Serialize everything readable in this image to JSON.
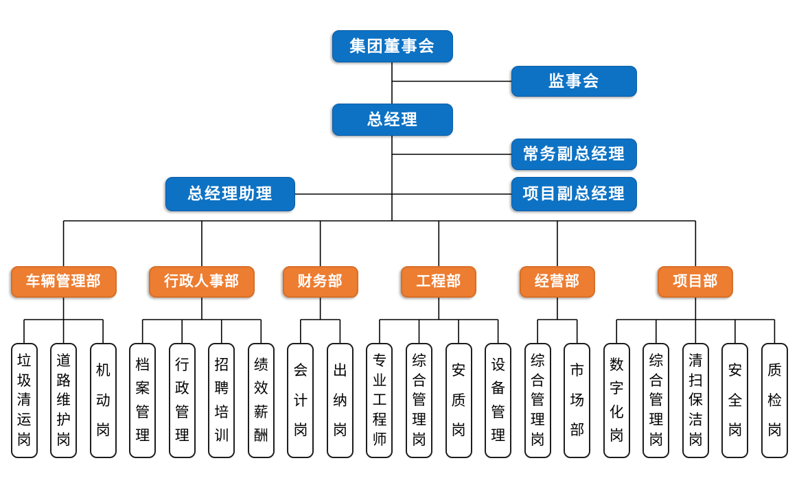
{
  "colors": {
    "executive_box_fill": "#0D72C4",
    "department_box_fill": "#ED7D31",
    "position_box_fill": "#FFFFFF",
    "position_box_border": "#1C1C1C",
    "connector_line": "#000000",
    "background": "#FFFFFF"
  },
  "hierarchy": {
    "board": {
      "label": "集团董事会"
    },
    "supervisory": {
      "label": "监事会"
    },
    "general_manager": {
      "label": "总经理"
    },
    "executive_deputy_gm": {
      "label": "常务副总经理"
    },
    "gm_assistant": {
      "label": "总经理助理"
    },
    "project_deputy_gm": {
      "label": "项目副总经理"
    }
  },
  "departments": [
    {
      "name": "车辆管理部",
      "positions": [
        "垃圾清运岗",
        "道路维护岗",
        "机动岗"
      ]
    },
    {
      "name": "行政人事部",
      "positions": [
        "档案管理",
        "行政管理",
        "招聘培训",
        "绩效薪酬"
      ]
    },
    {
      "name": "财务部",
      "positions": [
        "会计岗",
        "出纳岗"
      ]
    },
    {
      "name": "工程部",
      "positions": [
        "专业工程师",
        "综合管理岗",
        "安质岗",
        "设备管理"
      ]
    },
    {
      "name": "经营部",
      "positions": [
        "综合管理岗",
        "市场部"
      ]
    },
    {
      "name": "项目部",
      "positions": [
        "数字化岗",
        "综合管理岗",
        "清扫保洁岗",
        "安全岗",
        "质检岗"
      ]
    }
  ]
}
